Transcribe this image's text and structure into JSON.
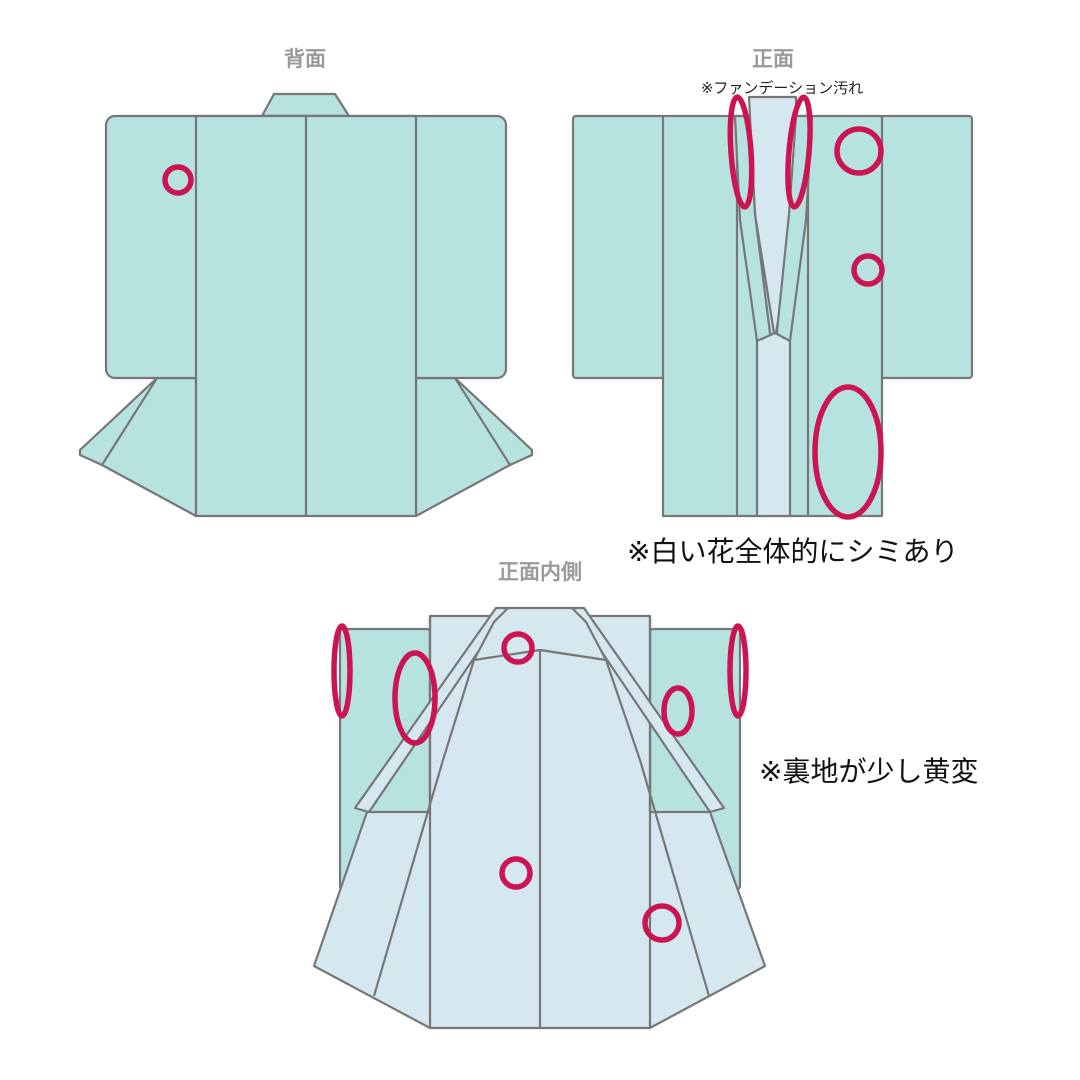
{
  "views": {
    "back": {
      "label": "背面"
    },
    "front": {
      "label": "正面",
      "note": "※ファンデーション汚れ"
    },
    "inside": {
      "label": "正面内側"
    }
  },
  "notes": {
    "front_stains": "※白い花全体的にシミあり",
    "lining": "※裏地が少し黄変"
  },
  "colors": {
    "outer": "#b6e2e0",
    "lining": "#d6e8ef",
    "outline": "#777777",
    "stain_marker": "#cc1452",
    "label_gray": "#9a9a9a",
    "text": "#111111"
  }
}
